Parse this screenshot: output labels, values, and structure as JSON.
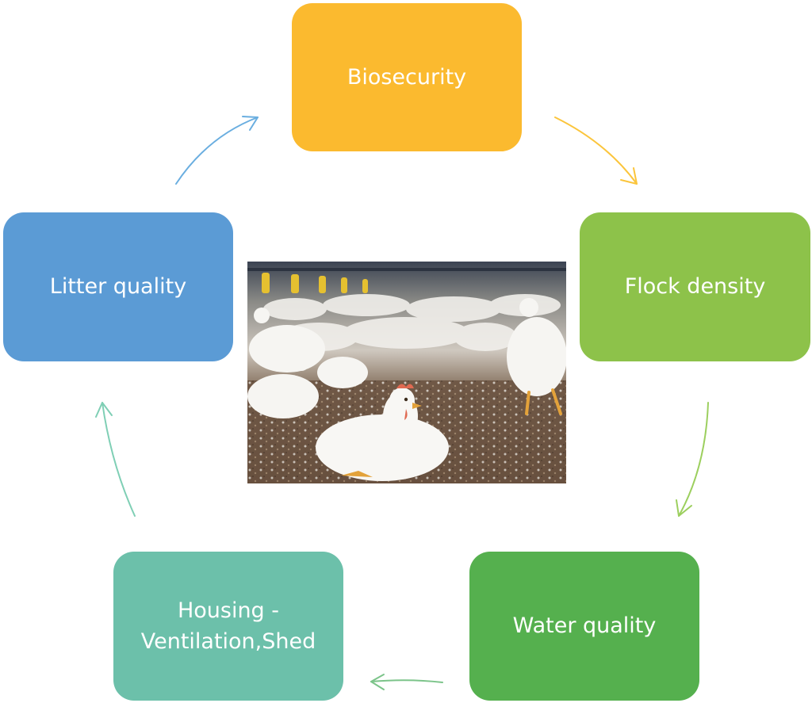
{
  "nodes": {
    "biosecurity": {
      "label": "Biosecurity",
      "color": "#fbba2f"
    },
    "flock_density": {
      "label": "Flock density",
      "color": "#8dc24a"
    },
    "water_quality": {
      "label": "Water quality",
      "color": "#55b04e"
    },
    "housing": {
      "label": "Housing -\nVentilation,Shed",
      "color": "#6cc0aa"
    },
    "litter_quality": {
      "label": "Litter quality",
      "color": "#5b9bd5"
    }
  },
  "arrow_colors": {
    "litter_to_biosecurity": "#6aaee0",
    "biosecurity_to_flock": "#fbc53c",
    "flock_to_water": "#9ccf5e",
    "water_to_housing": "#7cc48a",
    "housing_to_litter": "#7fcfb5"
  },
  "center_image": {
    "subject": "broiler-chickens-photo"
  }
}
